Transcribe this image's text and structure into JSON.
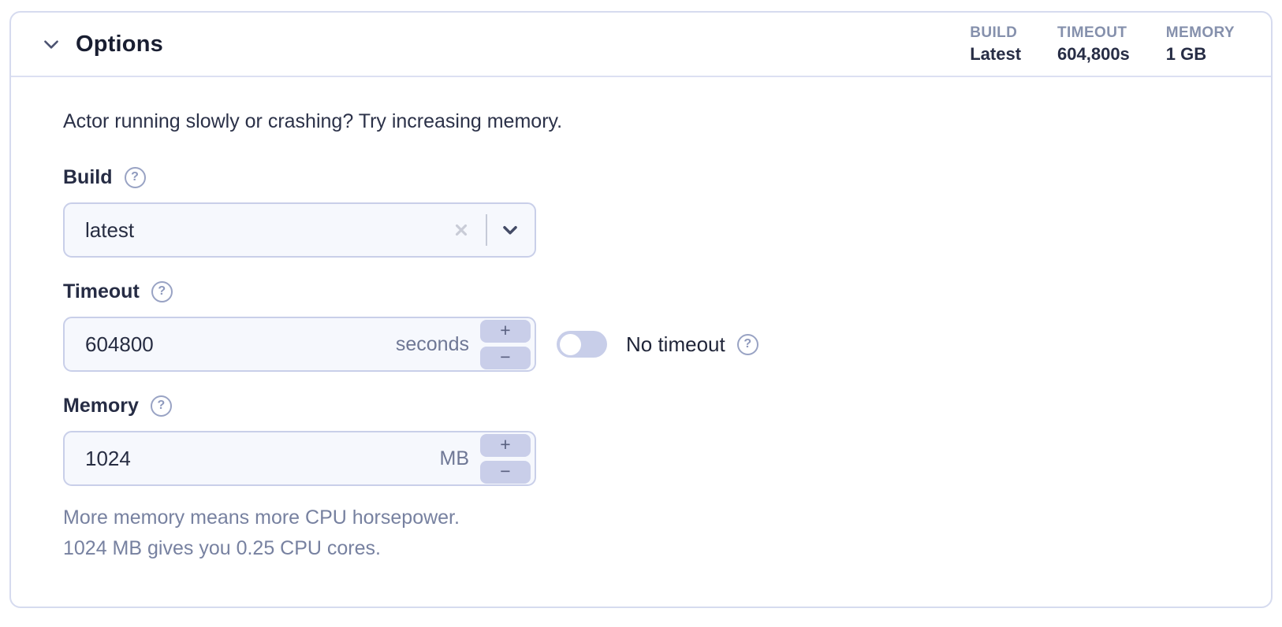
{
  "card": {
    "header": {
      "title": "Options",
      "collapse_icon": "chevron-down-icon",
      "stats": [
        {
          "label": "BUILD",
          "value": "Latest"
        },
        {
          "label": "TIMEOUT",
          "value": "604,800s"
        },
        {
          "label": "MEMORY",
          "value": "1 GB"
        }
      ]
    },
    "description": "Actor running slowly or crashing? Try increasing memory.",
    "fields": {
      "build": {
        "label": "Build",
        "value": "latest",
        "help_icon_glyph": "?",
        "clear_icon": "clear-x-icon",
        "dropdown_icon": "chevron-down-icon"
      },
      "timeout": {
        "label": "Timeout",
        "value": "604800",
        "unit": "seconds",
        "increment_label": "+",
        "decrement_label": "−",
        "help_icon_glyph": "?",
        "toggle": {
          "label": "No timeout",
          "state": "off",
          "help_icon_glyph": "?"
        }
      },
      "memory": {
        "label": "Memory",
        "value": "1024",
        "unit": "MB",
        "increment_label": "+",
        "decrement_label": "−",
        "help_icon_glyph": "?",
        "help_text_line1": "More memory means more CPU horsepower.",
        "help_text_line2": "1024 MB gives you 0.25 CPU cores."
      }
    },
    "colors": {
      "card_border": "#d6dbef",
      "input_background": "#f6f8fd",
      "input_border": "#c9cfe9",
      "accent_periwinkle": "#c9cee9",
      "stat_label_text": "#8590ac",
      "muted_help_text": "#7781a0",
      "dark_text": "#262c44"
    }
  }
}
